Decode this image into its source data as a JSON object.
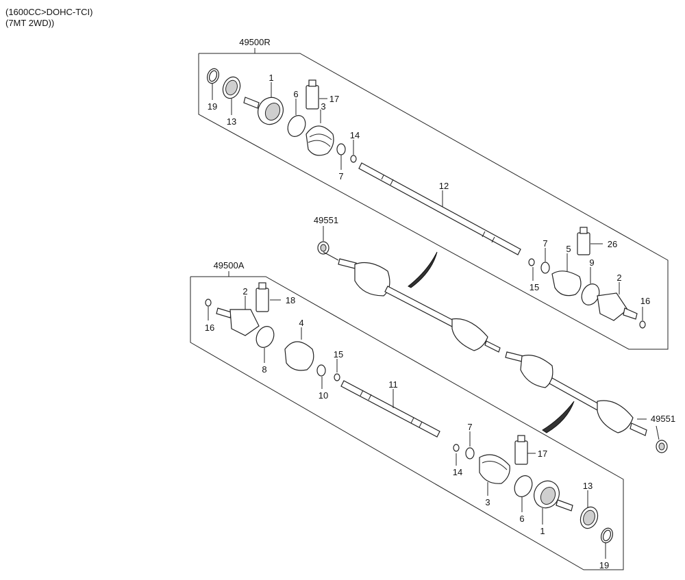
{
  "spec_lines": [
    "(1600CC>DOHC-TCI)",
    "(7MT 2WD))"
  ],
  "assemblies": {
    "right": {
      "code": "49500R"
    },
    "left": {
      "code": "49500A"
    },
    "nut_upper": "49551",
    "nut_lower": "49551"
  },
  "labels": {
    "r1": "1",
    "r3": "3",
    "r6": "6",
    "r7": "7",
    "r12": "12",
    "r13": "13",
    "r14": "14",
    "r17": "17",
    "r19": "19",
    "r2": "2",
    "r5": "5",
    "r7b": "7",
    "r9": "9",
    "r15": "15",
    "r16": "16",
    "r26": "26",
    "a2": "2",
    "a4": "4",
    "a8": "8",
    "a10": "10",
    "a11": "11",
    "a15": "15",
    "a16": "16",
    "a18": "18",
    "a1": "1",
    "a3": "3",
    "a6": "6",
    "a7": "7",
    "a13": "13",
    "a14": "14",
    "a17": "17",
    "a19": "19"
  }
}
